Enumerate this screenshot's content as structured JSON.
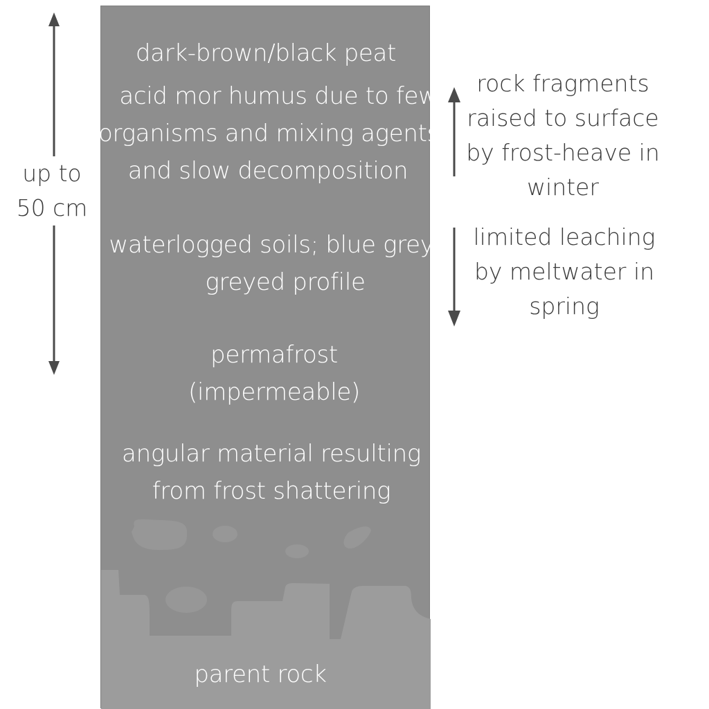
{
  "diagram": {
    "title": "Tundra soil profile",
    "depth_label": {
      "line1": "up to",
      "line2": "50 cm"
    },
    "layers": [
      {
        "id": "peat",
        "lines": [
          "dark-brown/black peat"
        ]
      },
      {
        "id": "humus",
        "lines": [
          "acid mor humus due to few",
          "organisms and mixing agents,",
          "and slow decomposition"
        ]
      },
      {
        "id": "gley",
        "lines": [
          "waterlogged soils; blue grey",
          "greyed profile"
        ]
      },
      {
        "id": "permafrost",
        "lines": [
          "permafrost",
          "(impermeable)"
        ]
      },
      {
        "id": "angular",
        "lines": [
          "angular material resulting",
          "from frost shattering"
        ]
      },
      {
        "id": "parent",
        "lines": [
          "parent rock"
        ]
      }
    ],
    "processes": [
      {
        "id": "frost-heave",
        "direction": "up",
        "lines": [
          "rock fragments",
          "raised to surface",
          "by frost-heave in",
          "winter"
        ]
      },
      {
        "id": "leaching",
        "direction": "down",
        "lines": [
          "limited leaching",
          "by meltwater in",
          "spring"
        ]
      }
    ],
    "colors": {
      "profile_fill": "#8e8e8e",
      "parent_rock_fill": "#9c9c9c",
      "label_text": "#ffffff",
      "annotation_text": "#3a3a3a",
      "arrow": "#4a4a4a"
    }
  }
}
